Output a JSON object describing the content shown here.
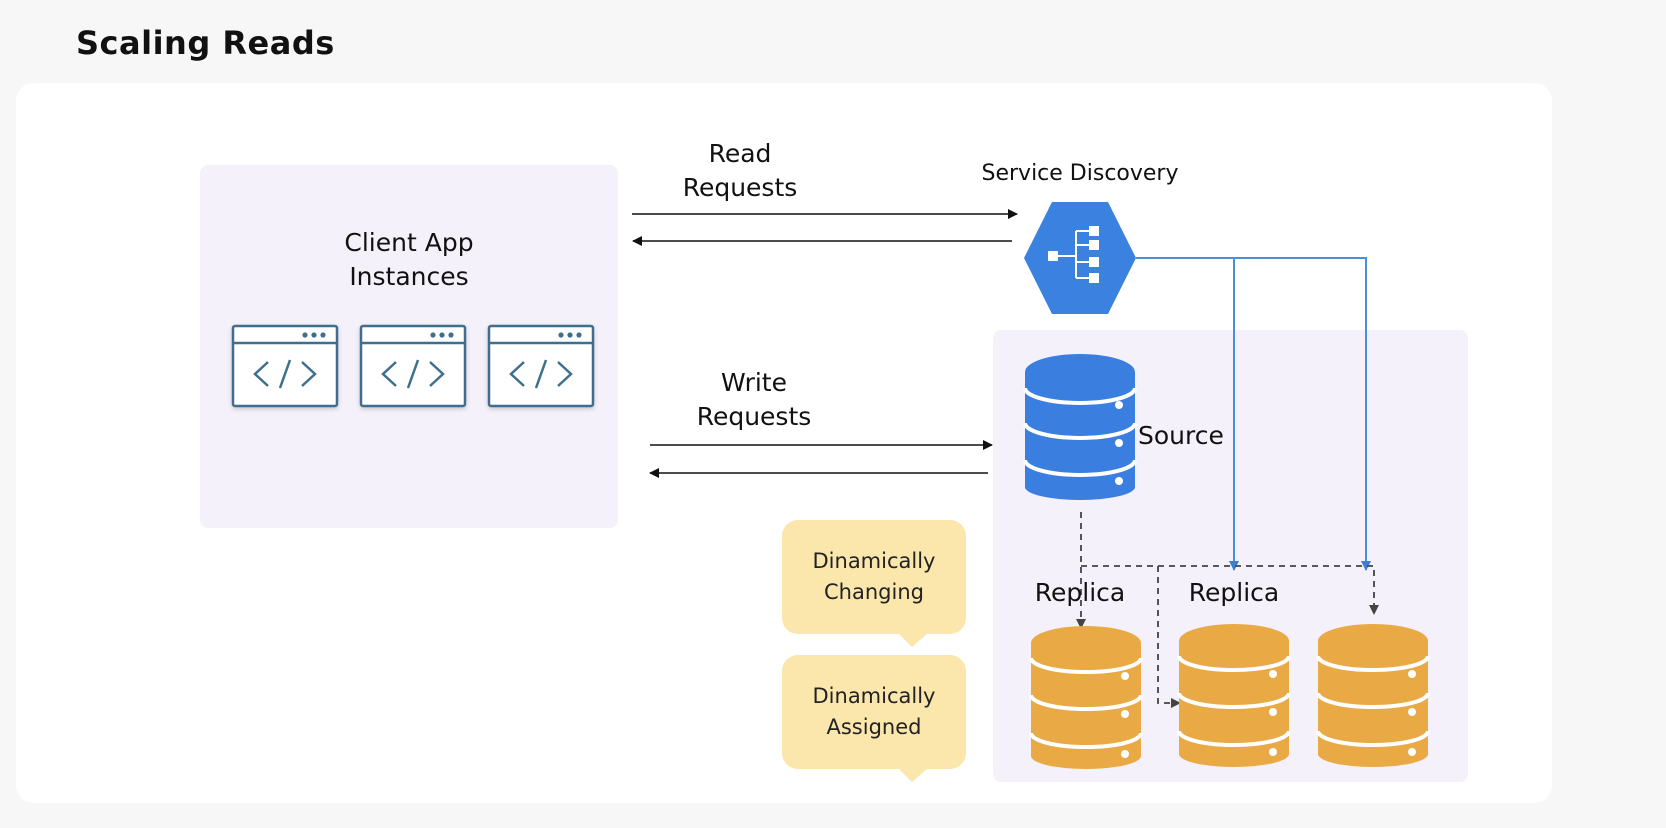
{
  "page": {
    "title": "Scaling Reads"
  },
  "client": {
    "title_line1": "Client App",
    "title_line2": "Instances"
  },
  "read_requests": {
    "line1": "Read",
    "line2": "Requests"
  },
  "write_requests": {
    "line1": "Write",
    "line2": "Requests"
  },
  "service_discovery": {
    "label": "Service Discovery"
  },
  "source": {
    "label": "Source"
  },
  "replicas": [
    {
      "label": "Replica"
    },
    {
      "label": "Replica"
    }
  ],
  "notes": [
    {
      "line1": "Dinamically",
      "line2": "Changing"
    },
    {
      "line1": "Dinamically",
      "line2": "Assigned"
    }
  ],
  "colors": {
    "panel_lavender": "#f5f1fa",
    "service_blue": "#3b82e0",
    "source_blue": "#3a7fe0",
    "replica_orange": "#e9aa46",
    "note_yellow": "#fbe6ac",
    "code_window_stroke": "#3f6e8f",
    "connector_blue": "#4a90d9"
  }
}
